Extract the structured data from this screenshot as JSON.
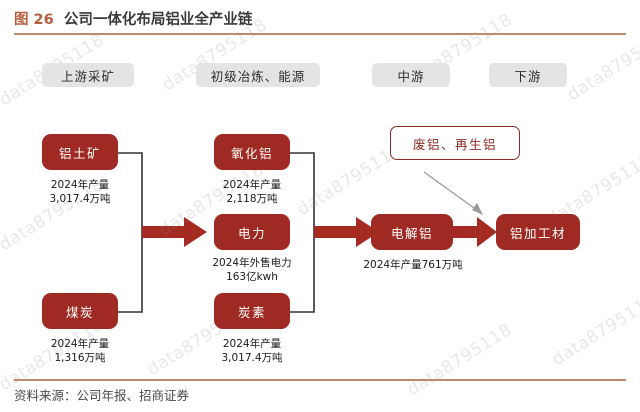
{
  "header": {
    "figure_label": "图 26",
    "title": "公司一体化布局铝业全产业链",
    "accent_color": "#b4603f",
    "rule_color": "#c08a6a"
  },
  "footer": {
    "source": "资料来源：公司年报、招商证券"
  },
  "watermark": {
    "text": "data8795118"
  },
  "stages": [
    {
      "label": "上游采矿"
    },
    {
      "label": "初级冶炼、能源"
    },
    {
      "label": "中游"
    },
    {
      "label": "下游"
    }
  ],
  "nodes": [
    {
      "id": "bauxite",
      "label": "铝土矿",
      "caption": "2024年产量\n3,017.4万吨",
      "style": "filled"
    },
    {
      "id": "coal",
      "label": "煤炭",
      "caption": "2024年产量\n1,316万吨",
      "style": "filled"
    },
    {
      "id": "alumina",
      "label": "氧化铝",
      "caption": "2024年产量\n2,118万吨",
      "style": "filled"
    },
    {
      "id": "power",
      "label": "电力",
      "caption": "2024年外售电力\n163亿kwh",
      "style": "filled"
    },
    {
      "id": "carbon",
      "label": "炭素",
      "caption": "2024年产量\n3,017.4万吨",
      "style": "filled"
    },
    {
      "id": "smelting",
      "label": "电解铝",
      "caption": "2024年产量761万吨",
      "style": "filled"
    },
    {
      "id": "products",
      "label": "铝加工材",
      "caption": "",
      "style": "filled"
    },
    {
      "id": "scrap",
      "label": "废铝、再生铝",
      "caption": "",
      "style": "outline"
    }
  ],
  "colors": {
    "node_fill": "#9e2a23",
    "arrow": "#a52a22",
    "bracket": "#333333",
    "stage_bg": "#e4e4e4",
    "dashed_arrow": "#9a9a9a"
  }
}
